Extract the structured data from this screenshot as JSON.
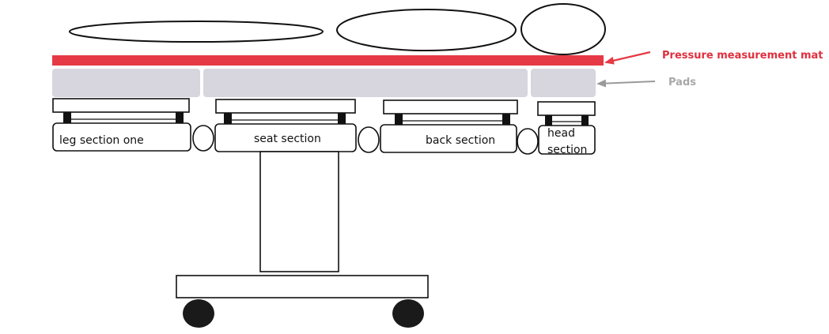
{
  "diagram": {
    "labels": {
      "pressure_mat": "Pressure measurement mat",
      "pads": "Pads"
    },
    "sections": [
      {
        "id": "leg",
        "label": "leg section one"
      },
      {
        "id": "seat",
        "label": "seat section"
      },
      {
        "id": "back",
        "label": "back section"
      },
      {
        "id": "head",
        "label_line1": "head",
        "label_line2": "section"
      }
    ],
    "colors": {
      "mat": "#e53a45",
      "mat_label": "#e0303e",
      "pads_fill": "#d7d5de",
      "pads_label": "#a8a8a8",
      "pads_arrow": "#9a9a9a",
      "outline": "#111111",
      "wheel": "#1a1a1a"
    }
  }
}
